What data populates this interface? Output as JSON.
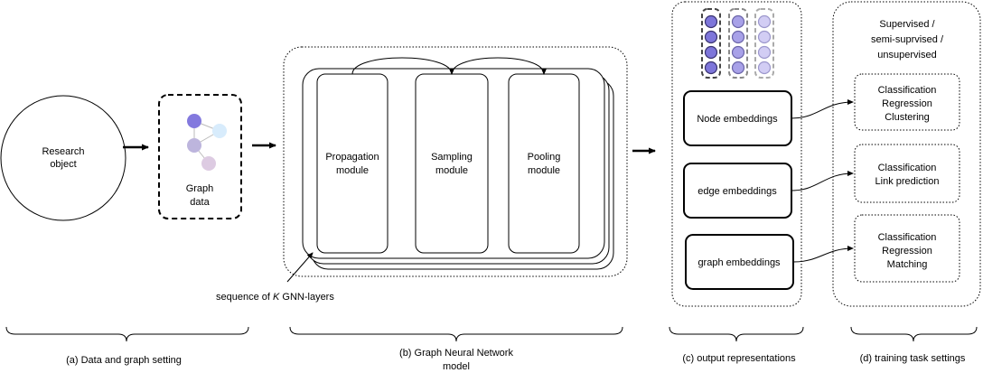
{
  "data_section": {
    "research_object": [
      "Research",
      "object"
    ],
    "graph_data": [
      "Graph",
      "data"
    ],
    "caption": "(a) Data and graph setting",
    "colors": {
      "node_a": "#8379DE",
      "node_b": "#D8ECFC",
      "node_c": "#BDB5DD",
      "node_d": "#DDCBE2"
    }
  },
  "gnn_section": {
    "propagation": [
      "Propagation",
      "module"
    ],
    "sampling": [
      "Sampling",
      "module"
    ],
    "pooling": [
      "Pooling",
      "module"
    ],
    "sequence_note_prefix": "sequence of ",
    "sequence_note_k": "K",
    "sequence_note_suffix": " GNN-layers",
    "caption": [
      "(b) Graph Neural Network",
      "model"
    ]
  },
  "output_section": {
    "node": "Node embeddings",
    "edge": "edge embeddings",
    "graph": "graph embeddings",
    "caption": "(c) output representations",
    "colors": {
      "dark": "#7E76DA",
      "mid": "#A8A1E8",
      "light": "#D2CDF4"
    }
  },
  "task_section": {
    "header": [
      "Supervised /",
      "semi-suprvised /",
      "unsupervised"
    ],
    "node_tasks": [
      "Classification",
      "Regression",
      "Clustering"
    ],
    "edge_tasks": [
      "Classification",
      "Link prediction"
    ],
    "graph_tasks": [
      "Classification",
      "Regression",
      "Matching"
    ],
    "caption": "(d) training task settings"
  }
}
